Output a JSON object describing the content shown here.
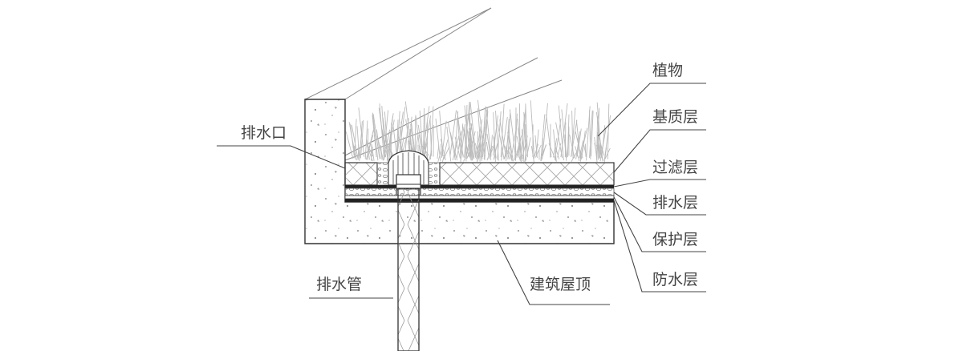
{
  "labels": {
    "drain_outlet": "排水口",
    "drain_pipe": "排水管",
    "plants": "植物",
    "substrate": "基质层",
    "filter": "过滤层",
    "drainage": "排水层",
    "protection": "保护层",
    "waterproof": "防水层",
    "roof": "建筑屋顶"
  }
}
